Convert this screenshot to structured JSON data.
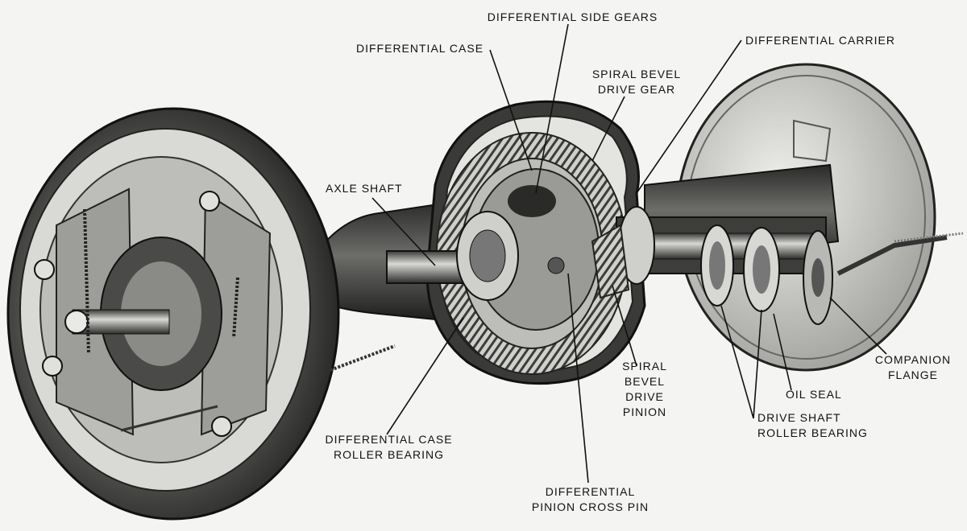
{
  "labels": {
    "differential_side_gears": "DIFFERENTIAL SIDE GEARS",
    "differential_case": "DIFFERENTIAL CASE",
    "differential_carrier": "DIFFERENTIAL CARRIER",
    "spiral_bevel_drive_gear": [
      "SPIRAL BEVEL",
      "DRIVE GEAR"
    ],
    "axle_shaft": "AXLE SHAFT",
    "spiral_bevel_drive_pinion": [
      "SPIRAL",
      "BEVEL",
      "DRIVE",
      "PINION"
    ],
    "companion_flange": [
      "COMPANION",
      "FLANGE"
    ],
    "oil_seal": "OIL SEAL",
    "drive_shaft_roller_bearing": [
      "DRIVE SHAFT",
      "ROLLER BEARING"
    ],
    "differential_case_roller_bearing": [
      "DIFFERENTIAL CASE",
      "ROLLER BEARING"
    ],
    "differential_pinion_cross_pin": [
      "DIFFERENTIAL",
      "PINION CROSS PIN"
    ]
  }
}
